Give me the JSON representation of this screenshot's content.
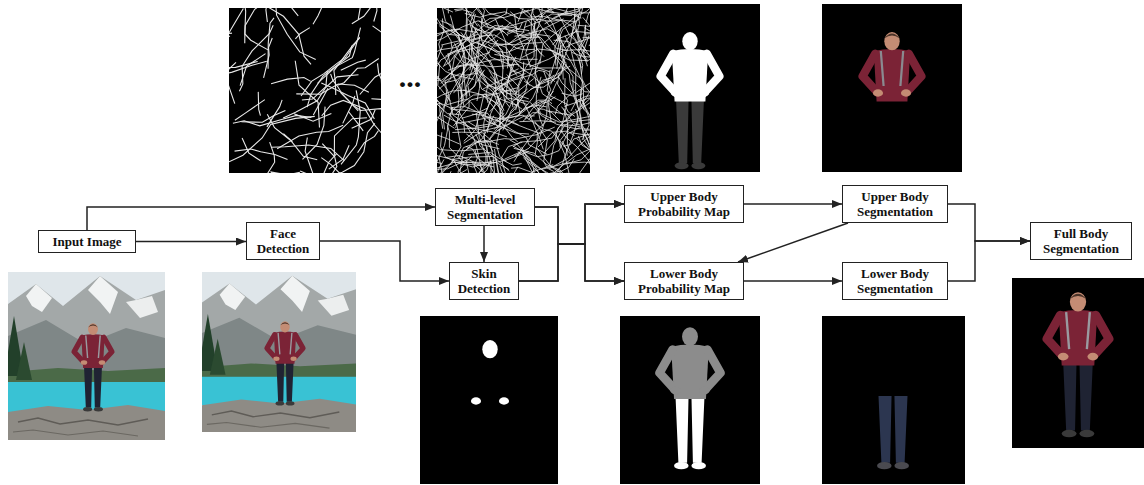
{
  "diagram": {
    "nodes": [
      {
        "text": [
          "Input Image"
        ]
      },
      {
        "text": [
          "Face Detection"
        ]
      },
      {
        "text": [
          "Multi-level Segmentation"
        ]
      },
      {
        "text": [
          "Skin Detection"
        ]
      },
      {
        "text": [
          "Upper Body Probability Map"
        ]
      },
      {
        "text": [
          "Lower Body Probability Map"
        ]
      },
      {
        "text": [
          "Upper Body Segmentation"
        ]
      },
      {
        "text": [
          "Lower Body Segmentation"
        ]
      },
      {
        "text": [
          "Full Body Segmentation"
        ]
      }
    ],
    "edges": [
      {
        "from": 0,
        "to": 2,
        "arrow": "to"
      },
      {
        "from": 0,
        "to": 1,
        "arrow": "to"
      },
      {
        "from": 1,
        "to": 3,
        "arrow": "to"
      },
      {
        "from": 2,
        "to": 3,
        "arrow": "to"
      },
      {
        "from": 2,
        "to": 4,
        "arrow": "to"
      },
      {
        "from": 2,
        "to": 5,
        "arrow": "to"
      },
      {
        "from": 3,
        "to": 4,
        "arrow": "to"
      },
      {
        "from": 3,
        "to": 5,
        "arrow": "to"
      },
      {
        "from": 4,
        "to": 6,
        "arrow": "to"
      },
      {
        "from": 6,
        "to": 5,
        "arrow": "to"
      },
      {
        "from": 5,
        "to": 7,
        "arrow": "to"
      },
      {
        "from": 6,
        "to": 8,
        "arrow": "to"
      },
      {
        "from": 7,
        "to": 8,
        "arrow": "to"
      }
    ],
    "labels": [
      "..."
    ]
  }
}
